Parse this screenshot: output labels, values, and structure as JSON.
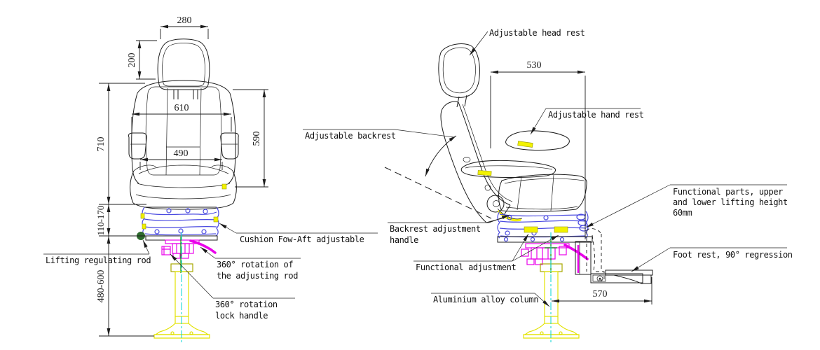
{
  "drawing": {
    "subject": "Adjustable pilot seat - front and side technical views"
  },
  "colors": {
    "line": "#1c1c1c",
    "bellows": "#4a4ae0",
    "mechanism": "#ea00ea",
    "column": "#e2e200",
    "column_dark": "#a8a800",
    "highlight": "#f2f200",
    "centerline": "#00d4d4",
    "knob_green": "#2e6b2e",
    "guide_green": "#009000"
  },
  "front_view": {
    "dims": {
      "headrest_width": "280",
      "headrest_height": "200",
      "overall_height": "710",
      "backrest_width": "610",
      "seat_width": "490",
      "backrest_height": "590",
      "cushion_lift_range": "110-170",
      "column_height_range": "480-600"
    },
    "labels": {
      "lifting_rod": "Lifting regulating rod",
      "cushion_adjust": "Cushion Fow-Aft adjustable",
      "rod_rotation_1": "360° rotation of",
      "rod_rotation_2": "the adjusting rod",
      "lock_handle_1": "360° rotation",
      "lock_handle_2": "lock handle"
    }
  },
  "side_view": {
    "dims": {
      "backrest_to_seat_front": "530",
      "column_to_footrest": "570"
    },
    "labels": {
      "head_rest": "Adjustable head rest",
      "hand_rest": "Adjustable hand rest",
      "backrest": "Adjustable backrest",
      "backrest_handle_1": "Backrest adjustment",
      "backrest_handle_2": "handle",
      "functional_adjustment": "Functional adjustment",
      "functional_parts_1": "Functional parts, upper",
      "functional_parts_2": "and lower lifting height",
      "functional_parts_3": "60mm",
      "foot_rest": "Foot rest, 90° regression",
      "column": "Aluminium alloy column"
    }
  }
}
